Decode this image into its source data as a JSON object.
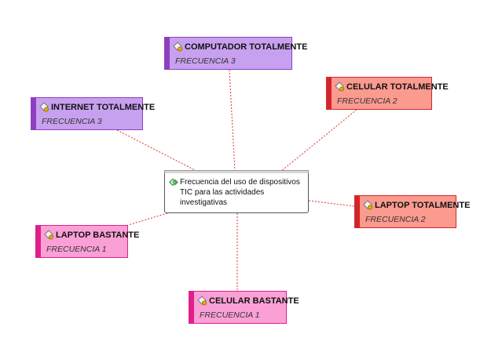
{
  "central": {
    "text": "Frecuencia del uso de dispositivos TIC para las actividades investigativas",
    "icon": "diamond-link-icon"
  },
  "nodes": [
    {
      "key": "computador",
      "title": "COMPUTADOR TOTALMENTE",
      "subtitle": "FRECUENCIA 3",
      "icon": "note-gear-icon",
      "fill": "#c8a0f0",
      "border": "#8e3fbf"
    },
    {
      "key": "celular-totalmente",
      "title": "CELULAR TOTALMENTE",
      "subtitle": "FRECUENCIA 2",
      "icon": "note-gear-icon",
      "fill": "#fb9a8f",
      "border": "#d4252b"
    },
    {
      "key": "internet",
      "title": "INTERNET TOTALMENTE",
      "subtitle": "FRECUENCIA 3",
      "icon": "note-gear-icon",
      "fill": "#c8a0f0",
      "border": "#8e3fbf"
    },
    {
      "key": "laptop-totalmente",
      "title": "LAPTOP TOTALMENTE",
      "subtitle": "FRECUENCIA 2",
      "icon": "note-gear-icon",
      "fill": "#fb9a8f",
      "border": "#d4252b"
    },
    {
      "key": "laptop-bastante",
      "title": "LAPTOP BASTANTE",
      "subtitle": "FRECUENCIA 1",
      "icon": "note-gear-icon",
      "fill": "#fba0d6",
      "border": "#e0208a"
    },
    {
      "key": "celular-bastante",
      "title": "CELULAR BASTANTE",
      "subtitle": "FRECUENCIA 1",
      "icon": "note-gear-icon",
      "fill": "#fba0d6",
      "border": "#e0208a"
    }
  ],
  "colors": {
    "connector": "#e03030",
    "center_border": "#555555"
  }
}
